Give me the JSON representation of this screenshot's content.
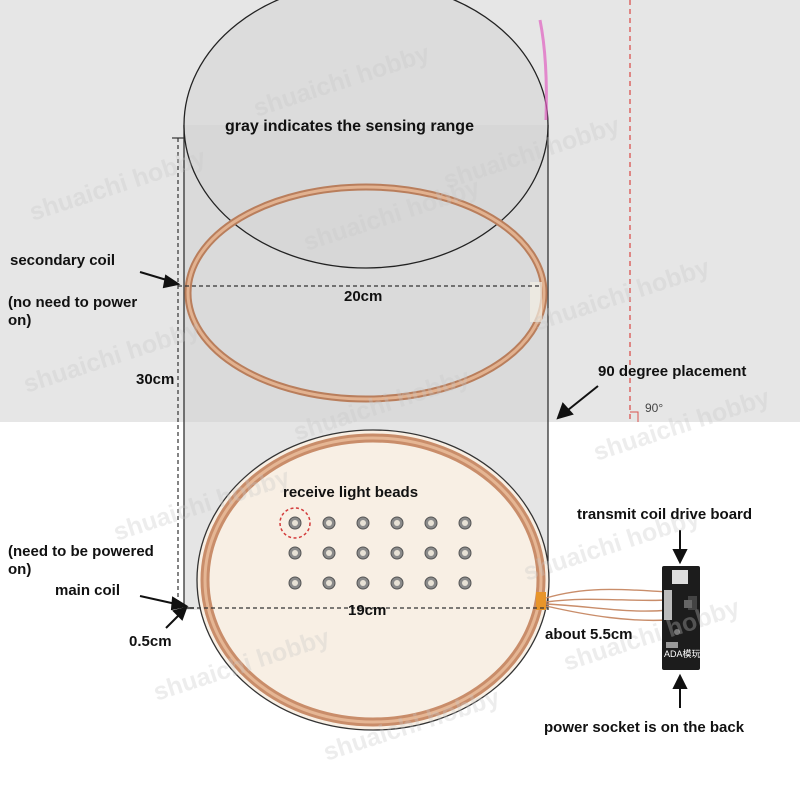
{
  "labels": {
    "sensing_range": "gray indicates the sensing range",
    "secondary_coil": "secondary coil",
    "no_power_line1": "(no need to power",
    "no_power_line2": "on)",
    "secondary_diameter": "20cm",
    "height": "30cm",
    "placement": "90 degree placement",
    "angle_mark": "90°",
    "light_beads": "receive light beads",
    "drive_board": "transmit coil drive board",
    "need_power_line1": "(need to be powered",
    "need_power_line2": "on)",
    "main_coil": "main coil",
    "main_diameter": "19cm",
    "offset": "0.5cm",
    "lead_length": "about 5.5cm",
    "power_socket": "power socket is on the back",
    "board_text": "ADA模玩"
  },
  "watermark": "shuaichi hobby",
  "colors": {
    "sensing_gray": "#e6e6e6",
    "copper": "#d39a78",
    "copper_dark": "#b97e5c",
    "board": "#1c1c1c",
    "highlight_circle": "#d33b3b",
    "guide_line": "#d9534f"
  },
  "bead_rows": [
    6,
    6,
    6
  ]
}
